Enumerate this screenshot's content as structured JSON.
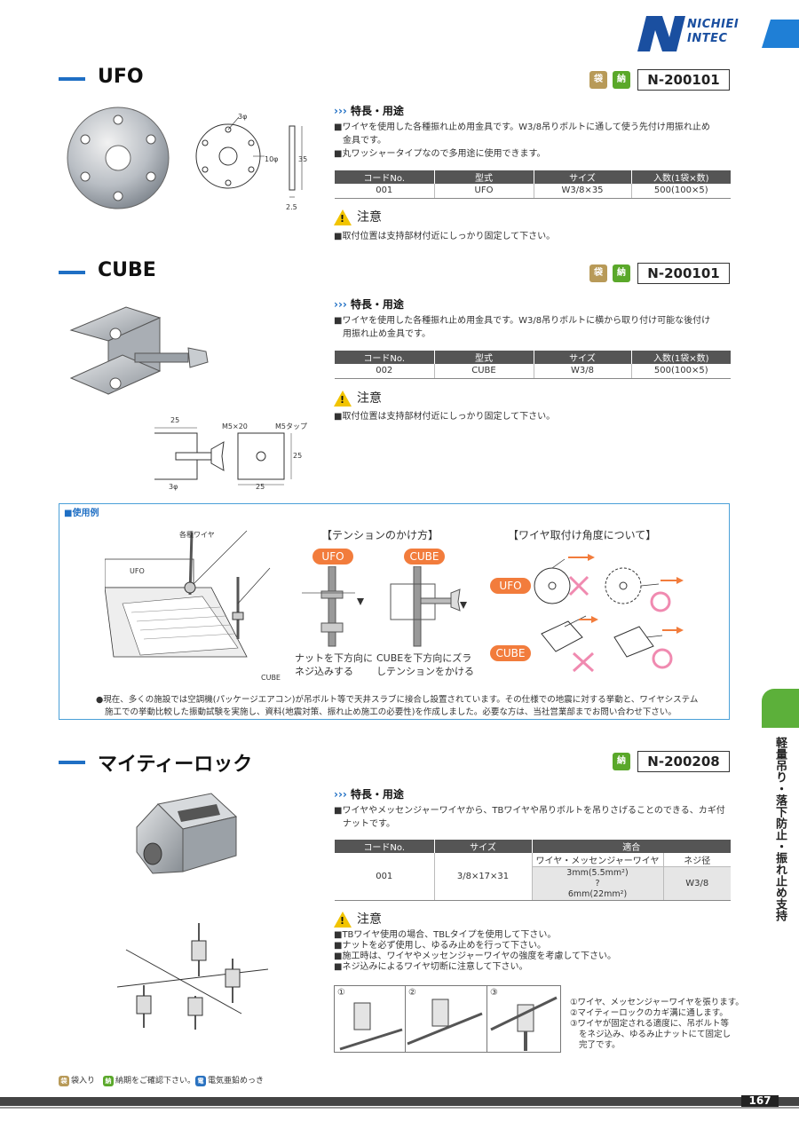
{
  "brand": {
    "line1": "NICHIEI",
    "line2": "INTEC"
  },
  "colors": {
    "accent": "#1f6fc4",
    "orange": "#f27c3c",
    "green": "#5cb03a",
    "pink": "#f08ab0"
  },
  "icons": {
    "bag": "袋",
    "check": "納",
    "zinc": "電"
  },
  "ufo": {
    "title": "UFO",
    "code": "N-200101",
    "feature_heading": "特長・用途",
    "features": [
      "■ワイヤを使用した各種振れ止め用金具です。W3/8吊りボルトに通して使う先付け用振れ止め",
      "金具です。",
      "■丸ワッシャータイプなので多用途に使用できます。"
    ],
    "dims": {
      "hole": "3φ",
      "inner": "10φ",
      "height": "35",
      "thick": "2.5"
    },
    "table": {
      "headers": [
        "コードNo.",
        "型式",
        "サイズ",
        "入数(1袋×数)"
      ],
      "rows": [
        [
          "001",
          "UFO",
          "W3/8×35",
          "500(100×5)"
        ]
      ]
    },
    "caution_title": "注意",
    "cautions": [
      "■取付位置は支持部材付近にしっかり固定して下さい。"
    ]
  },
  "cube": {
    "title": "CUBE",
    "code": "N-200101",
    "feature_heading": "特長・用途",
    "features": [
      "■ワイヤを使用した各種振れ止め用金具です。W3/8吊りボルトに横から取り付け可能な後付け",
      "用振れ止め金具です。"
    ],
    "dims": {
      "w1": "25",
      "bolt": "M5×20",
      "tap": "M5タップ",
      "h": "25",
      "w2": "25",
      "hole": "3φ"
    },
    "table": {
      "headers": [
        "コードNo.",
        "型式",
        "サイズ",
        "入数(1袋×数)"
      ],
      "rows": [
        [
          "002",
          "CUBE",
          "W3/8",
          "500(100×5)"
        ]
      ]
    },
    "caution_title": "注意",
    "cautions": [
      "■取付位置は支持部材付近にしっかり固定して下さい。"
    ]
  },
  "usage": {
    "label": "■使用例",
    "wire_label": "各種ワイヤ",
    "ufo_label": "UFO",
    "cube_label": "CUBE",
    "tension_title": "【テンションのかけ方】",
    "angle_title": "【ワイヤ取付け角度について】",
    "pill_ufo": "UFO",
    "pill_cube": "CUBE",
    "ufo_caption": [
      "ナットを下方向に",
      "ネジ込みする"
    ],
    "cube_caption": [
      "CUBEを下方向にズラ",
      "しテンションをかける"
    ],
    "note": [
      "●現在、多くの施設では空調機(パッケージエアコン)が吊ボルト等で天井スラブに接合し設置されています。その仕様での地震に対する挙動と、ワイヤシステム",
      "施工での挙動比較した振動試験を実施し、資料(地震対策、振れ止め施工の必要性)を作成しました。必要な方は、当社営業部までお問い合わせ下さい。"
    ]
  },
  "mighty": {
    "title": "マイティーロック",
    "code": "N-200208",
    "feature_heading": "特長・用途",
    "features": [
      "■ワイヤやメッセンジャーワイヤから、TBワイヤや吊りボルトを吊りさげることのできる、カギ付",
      "ナットです。"
    ],
    "table": {
      "headers": [
        "コードNo.",
        "サイズ",
        "適合"
      ],
      "subheaders": [
        "ワイヤ・メッセンジャーワイヤ",
        "ネジ径"
      ],
      "code": "001",
      "size": "3/8×17×31",
      "wire_range": [
        "3mm(5.5mm²)",
        "?",
        "6mm(22mm²)"
      ],
      "screw": "W3/8"
    },
    "caution_title": "注意",
    "cautions": [
      "■TBワイヤ使用の場合、TBLタイプを使用して下さい。",
      "■ナットを必ず使用し、ゆるみ止めを行って下さい。",
      "■施工時は、ワイヤやメッセンジャーワイヤの強度を考慮して下さい。",
      "■ネジ込みによるワイヤ切断に注意して下さい。"
    ],
    "step_nums": [
      "①",
      "②",
      "③"
    ],
    "steps": [
      "①ワイヤ、メッセンジャーワイヤを張ります。",
      "②マイティーロックのカギ溝に通します。",
      "③ワイヤが固定される適度に、吊ボルト等",
      "をネジ込み、ゆるみ止ナットにて固定し",
      "完了です。"
    ]
  },
  "side_label": "軽量吊り・落下防止・振れ止め支持",
  "footer": {
    "legend": [
      "袋入り",
      "納期をご確認下さい。",
      "電気亜鉛めっき"
    ],
    "page": "167"
  }
}
